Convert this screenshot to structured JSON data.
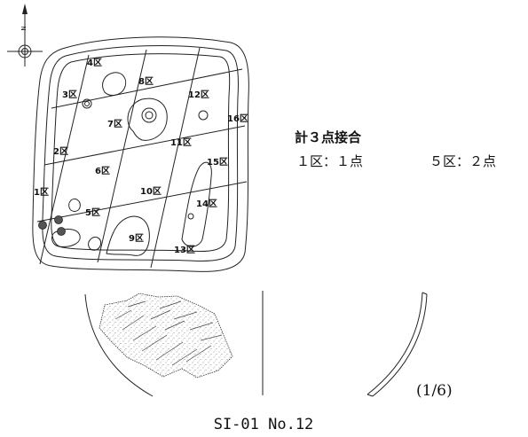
{
  "north_label": "N",
  "plan": {
    "sections": [
      "1区",
      "2区",
      "3区",
      "4区",
      "5区",
      "6区",
      "7区",
      "8区",
      "9区",
      "10区",
      "11区",
      "12区",
      "13区",
      "14区",
      "15区",
      "16区"
    ]
  },
  "info": {
    "title": "計３点接合",
    "detail_1": "１区：１点",
    "detail_2": "５区：２点"
  },
  "scale": "(1/6)",
  "caption": "SI-01 No.12",
  "colors": {
    "line": "#222222",
    "dot": "#555555"
  }
}
